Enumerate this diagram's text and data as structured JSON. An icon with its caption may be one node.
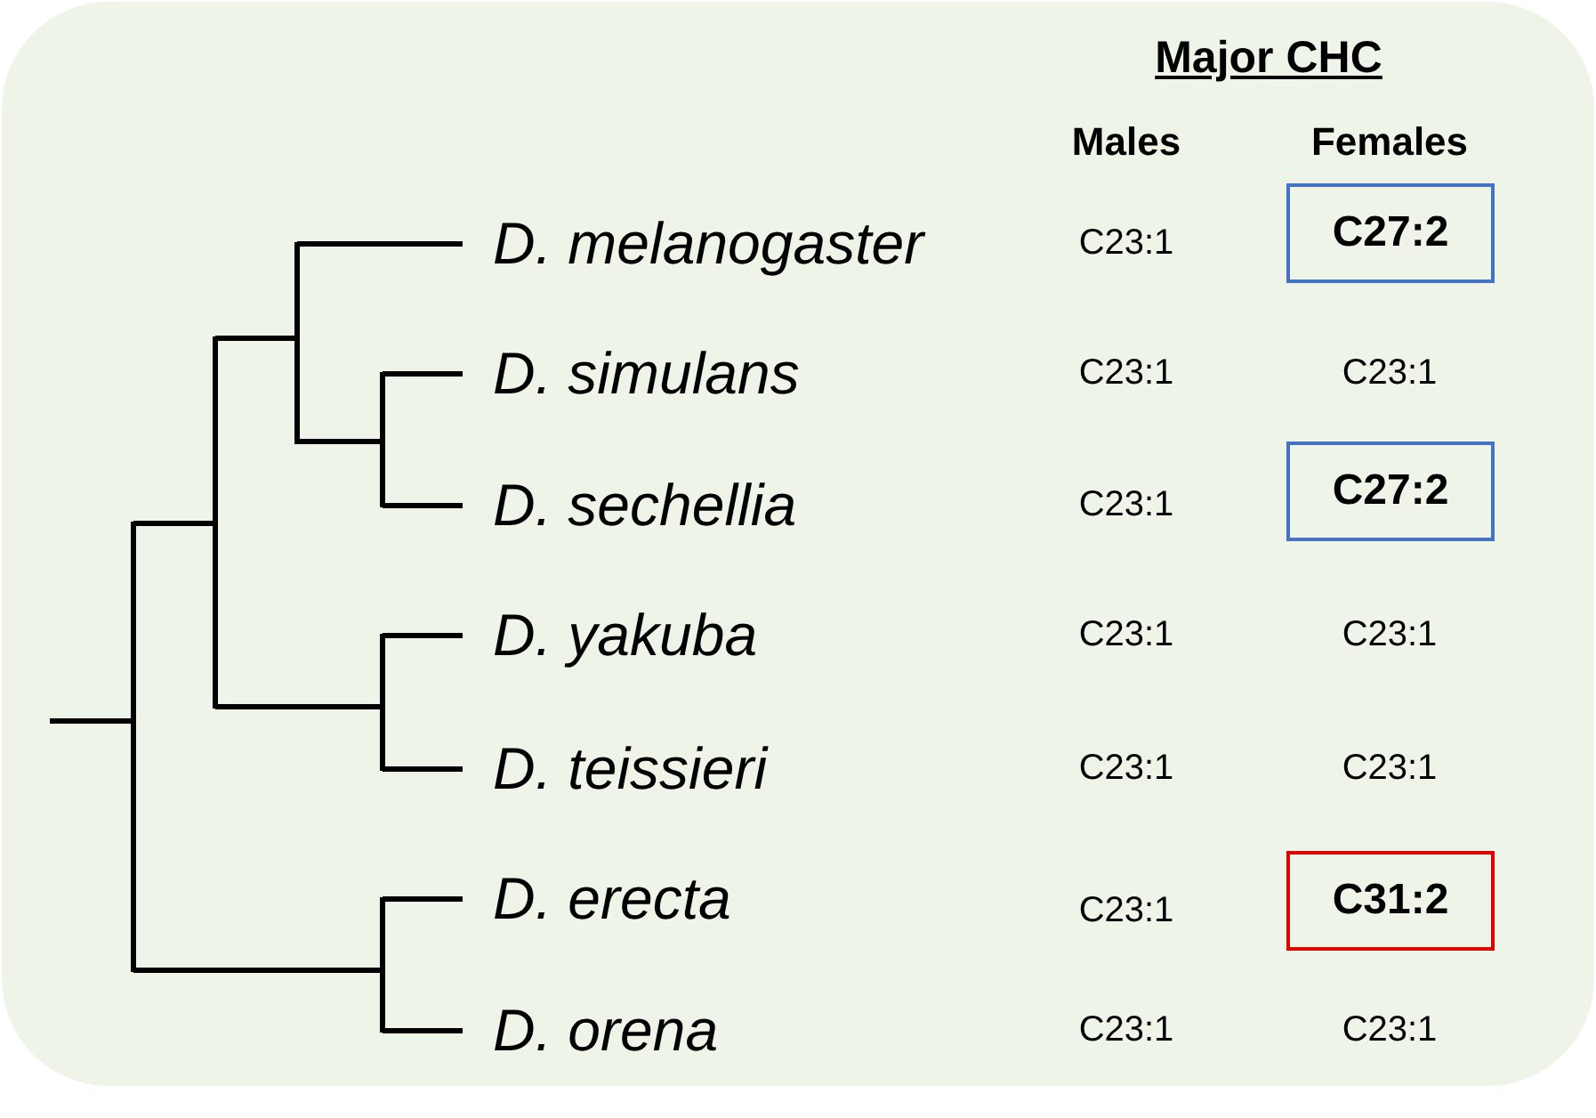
{
  "diagram": {
    "nodes": [
      {
        "text": [
          "C27:2"
        ]
      },
      {
        "text": [
          "C27:2"
        ]
      },
      {
        "text": [
          "C31:2"
        ]
      }
    ],
    "labels": [
      "Major CHC",
      "Males",
      "Females",
      "D. melanogaster",
      "C23:1",
      "D. simulans",
      "C23:1",
      "C23:1",
      "D. sechellia",
      "C23:1",
      "D. yakuba",
      "C23:1",
      "C23:1",
      "D. teissieri",
      "C23:1",
      "C23:1",
      "D. erecta",
      "C23:1",
      "D. orena",
      "C23:1",
      "C23:1"
    ]
  }
}
